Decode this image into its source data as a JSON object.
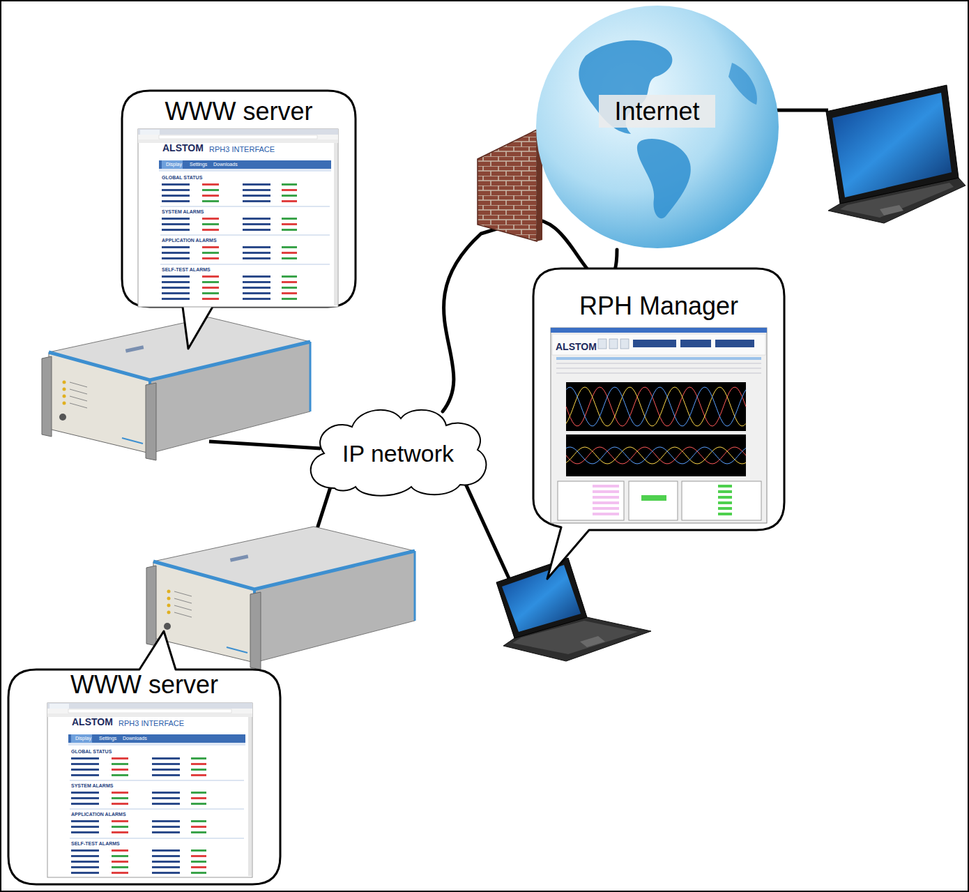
{
  "diagram": {
    "nodes": [
      {
        "text": [
          "Internet"
        ]
      },
      {
        "text": [
          "WWW server"
        ]
      },
      {
        "text": [
          "RPH Manager"
        ]
      },
      {
        "text": [
          "IP network"
        ]
      },
      {
        "text": [
          "WWW server"
        ]
      }
    ],
    "edges": [
      {
        "from": 3,
        "to": 0,
        "arrow": "none"
      }
    ],
    "labels": [
      "ALSTOM",
      "RPH3 INTERFACE",
      "Display",
      "Settings",
      "Downloads",
      "GLOBAL STATUS",
      "SYSTEM ALARMS",
      "APPLICATION ALARMS",
      "SELF-TEST ALARMS",
      "ALSTOM",
      "ALSTOM",
      "RPH3 INTERFACE",
      "Display",
      "Settings",
      "Downloads",
      "GLOBAL STATUS",
      "SYSTEM ALARMS",
      "APPLICATION ALARMS",
      "SELF-TEST ALARMS"
    ]
  }
}
